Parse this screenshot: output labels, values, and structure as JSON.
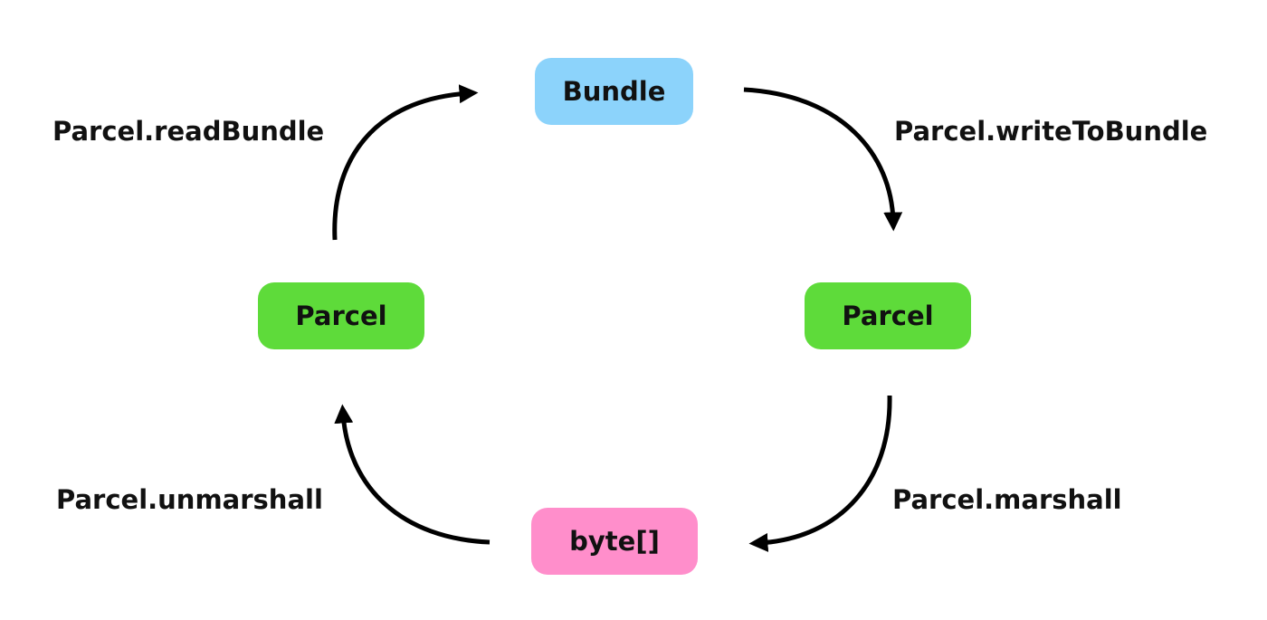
{
  "nodes": {
    "bundle": {
      "label": "Bundle",
      "color": "#8cd3fb"
    },
    "parcel_left": {
      "label": "Parcel",
      "color": "#5edb3a"
    },
    "parcel_right": {
      "label": "Parcel",
      "color": "#5edb3a"
    },
    "byte_array": {
      "label": "byte[]",
      "color": "#ff8ecb"
    }
  },
  "edges": {
    "read_bundle": {
      "label": "Parcel.readBundle",
      "from": "Parcel",
      "to": "Bundle"
    },
    "write_to_bundle": {
      "label": "Parcel.writeToBundle",
      "from": "Bundle",
      "to": "Parcel"
    },
    "marshall": {
      "label": "Parcel.marshall",
      "from": "Parcel",
      "to": "byte[]"
    },
    "unmarshall": {
      "label": "Parcel.unmarshall",
      "from": "byte[]",
      "to": "Parcel"
    }
  },
  "colors": {
    "arrow": "#000000",
    "text": "#111111",
    "background": "#ffffff"
  }
}
